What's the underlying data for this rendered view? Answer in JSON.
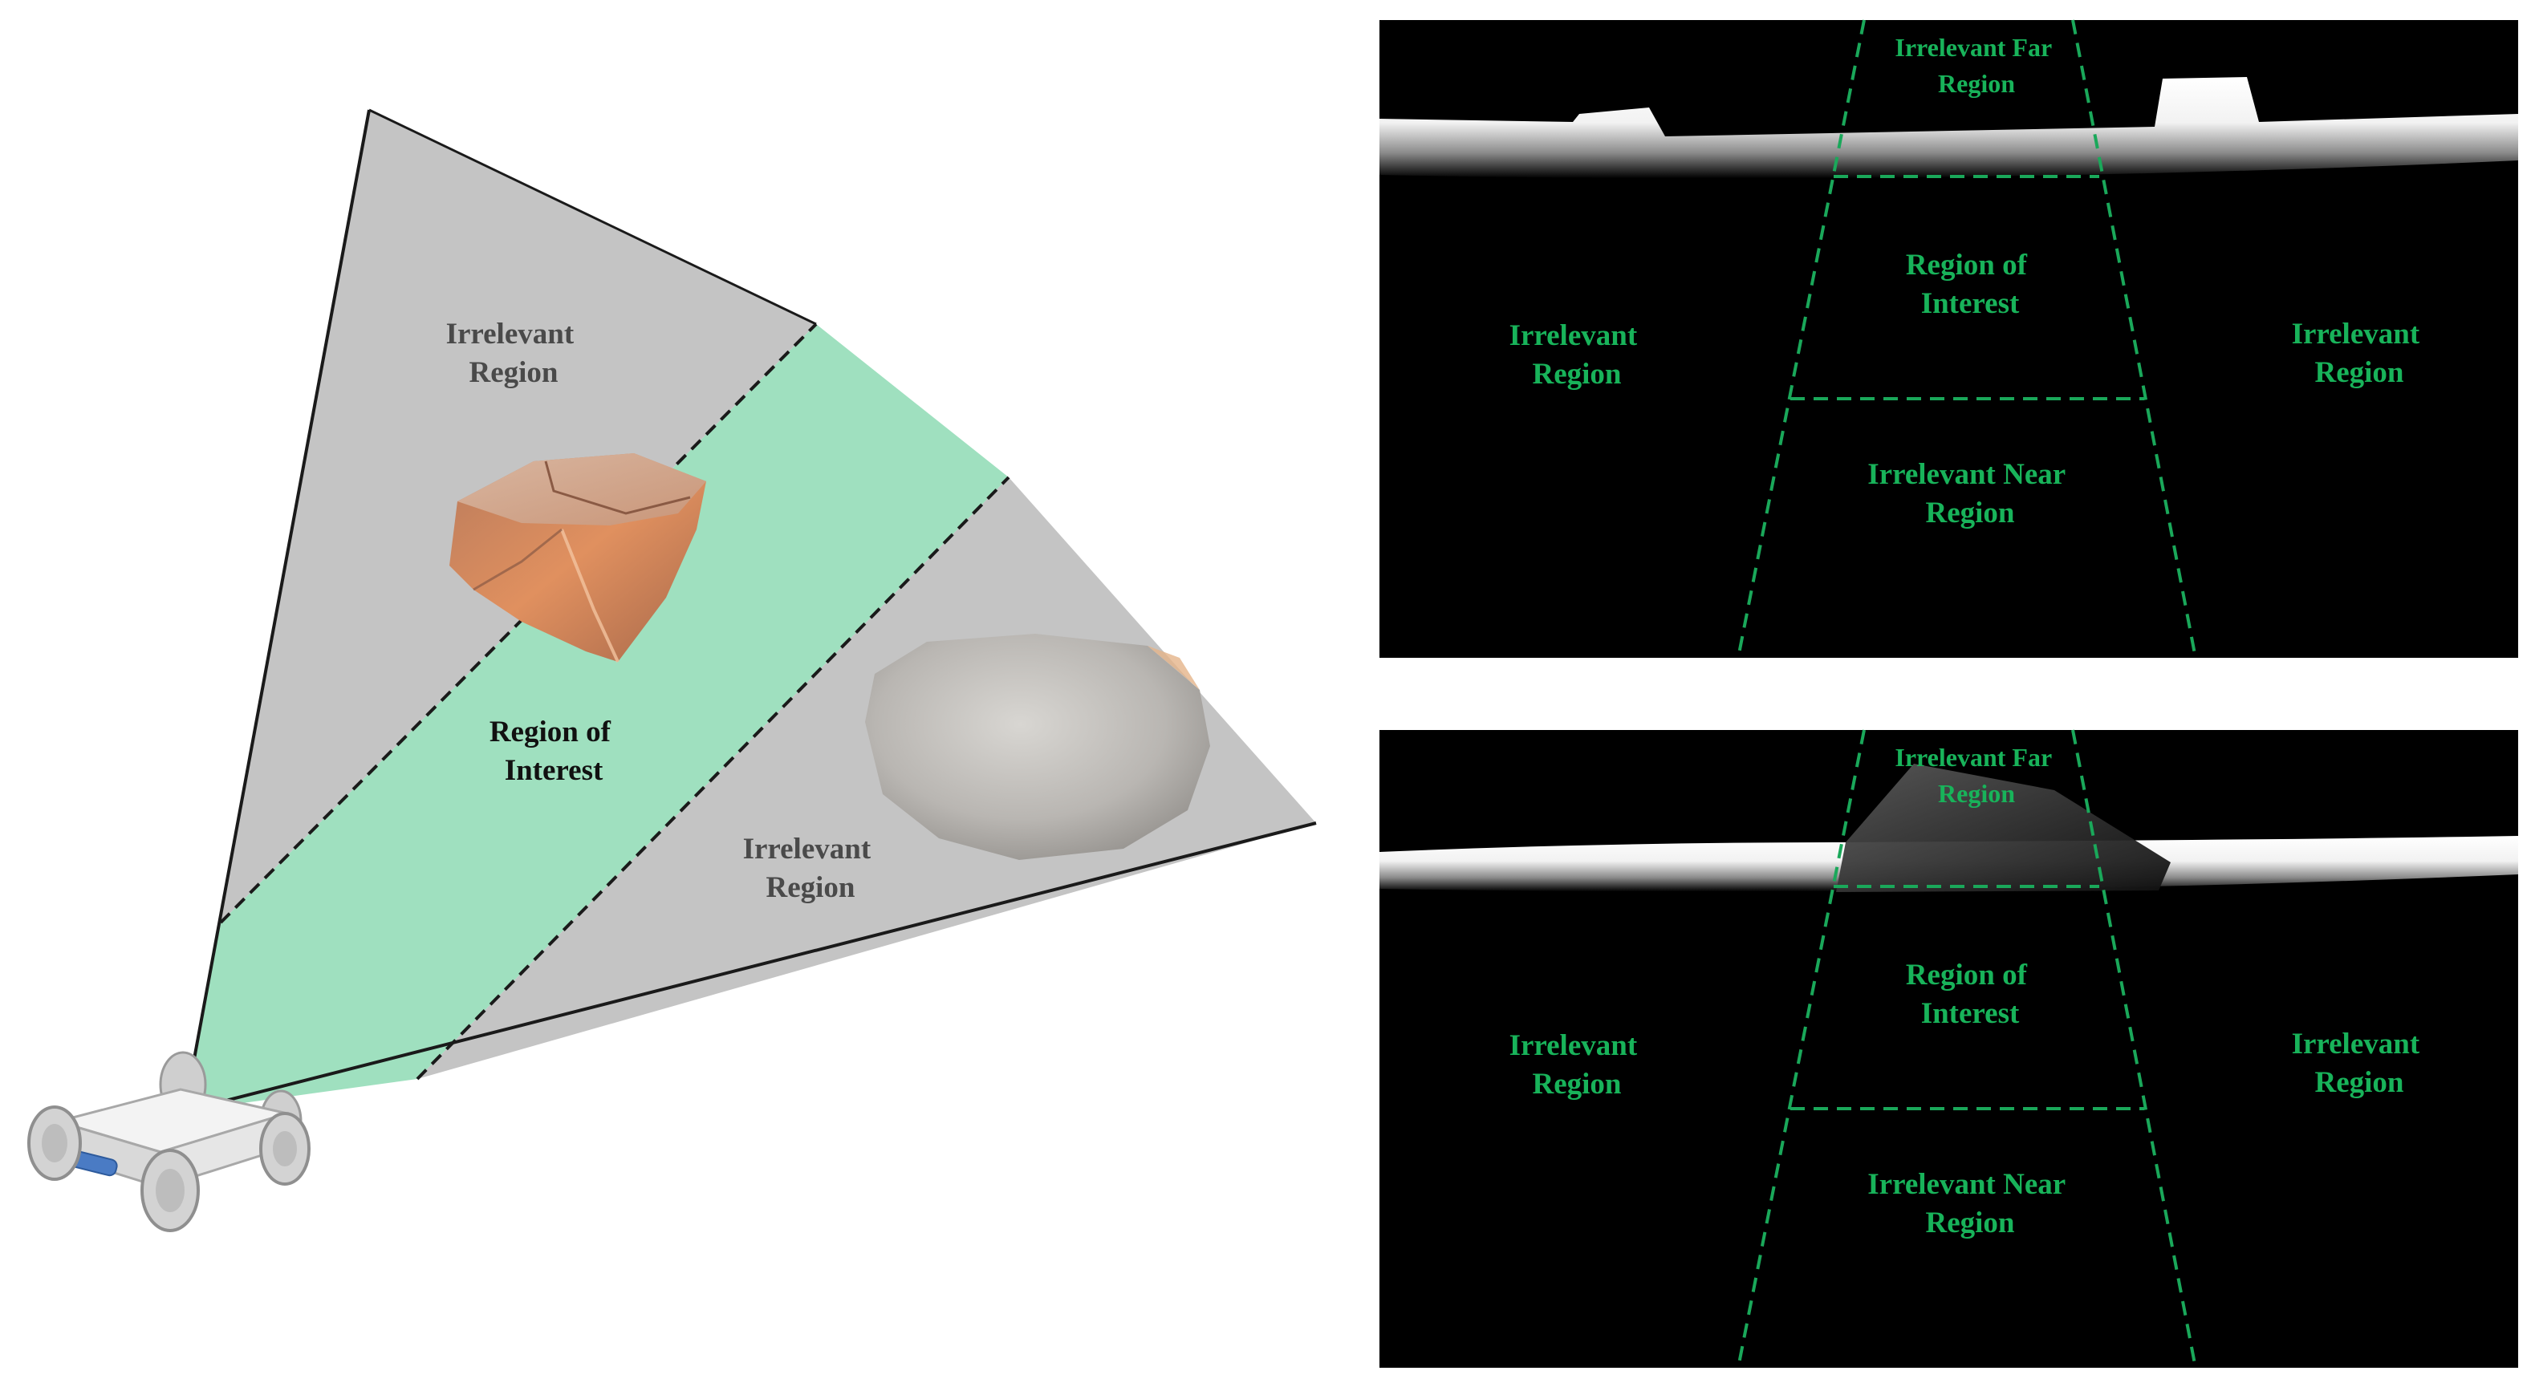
{
  "colors": {
    "irrelevant_fill": "#c4c4c4",
    "roi_fill": "#9fe0bf",
    "depth_background": "#000000",
    "depth_label": "#18b35a",
    "boundary_dash": "#1aa85a"
  },
  "left_diagram": {
    "top_irrelevant": {
      "line1": "Irrelevant",
      "line2": "Region"
    },
    "roi": {
      "line1": "Region of",
      "line2": "Interest"
    },
    "bottom_irrelevant": {
      "line1": "Irrelevant",
      "line2": "Region"
    }
  },
  "depth_panels": [
    {
      "far": {
        "line1": "Irrelevant Far",
        "line2": "Region"
      },
      "roi": {
        "line1": "Region of",
        "line2": "Interest"
      },
      "left": {
        "line1": "Irrelevant",
        "line2": "Region"
      },
      "right": {
        "line1": "Irrelevant",
        "line2": "Region"
      },
      "near": {
        "line1": "Irrelevant Near",
        "line2": "Region"
      }
    },
    {
      "far": {
        "line1": "Irrelevant Far",
        "line2": "Region"
      },
      "roi": {
        "line1": "Region of",
        "line2": "Interest"
      },
      "left": {
        "line1": "Irrelevant",
        "line2": "Region"
      },
      "right": {
        "line1": "Irrelevant",
        "line2": "Region"
      },
      "near": {
        "line1": "Irrelevant Near",
        "line2": "Region"
      }
    }
  ]
}
